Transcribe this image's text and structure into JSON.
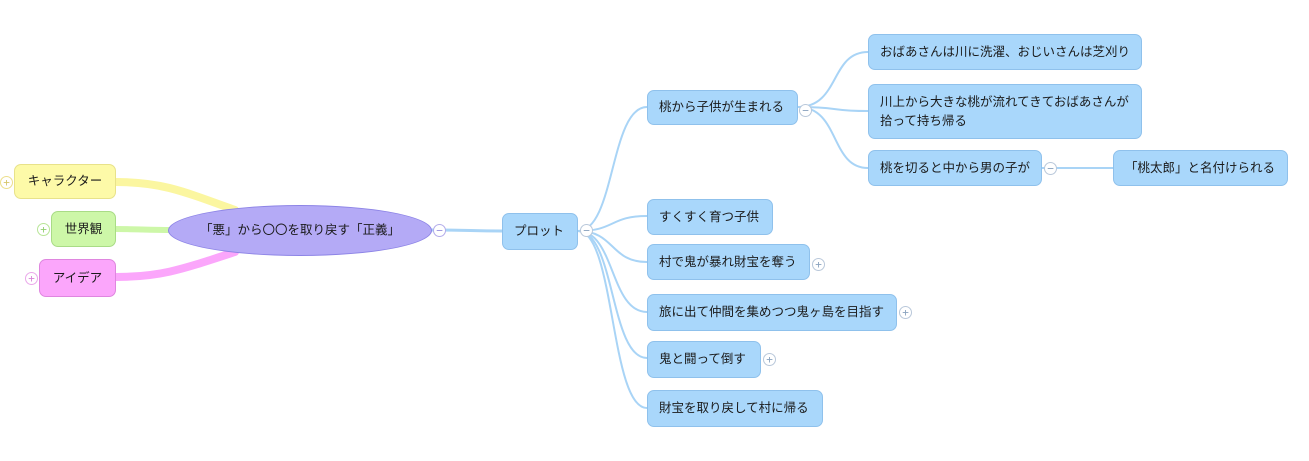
{
  "mindmap": {
    "center": {
      "label": "「悪」から〇〇を取り戻す「正義」"
    },
    "left_topics": [
      {
        "label": "キャラクター",
        "color": "#fdfaa8"
      },
      {
        "label": "世界観",
        "color": "#cdf7a8"
      },
      {
        "label": "アイデア",
        "color": "#fba6fb"
      }
    ],
    "plot": {
      "label": "プロット",
      "children": [
        {
          "label": "桃から子供が生まれる",
          "children": [
            {
              "label": "おばあさんは川に洗濯、おじいさんは芝刈り"
            },
            {
              "label": "川上から大きな桃が流れてきておばあさんが拾って持ち帰る"
            },
            {
              "label": "桃を切ると中から男の子が",
              "children": [
                {
                  "label": "「桃太郎」と名付けられる"
                }
              ]
            }
          ]
        },
        {
          "label": "すくすく育つ子供"
        },
        {
          "label": "村で鬼が暴れ財宝を奪う"
        },
        {
          "label": "旅に出て仲間を集めつつ鬼ヶ島を目指す"
        },
        {
          "label": "鬼と闘って倒す"
        },
        {
          "label": "財宝を取り戻して村に帰る"
        }
      ]
    },
    "toggle_symbols": {
      "expand": "+",
      "collapse": "−"
    },
    "connector_colors": {
      "branch": "#a9d4f6",
      "center": "#b9c8f4"
    }
  }
}
